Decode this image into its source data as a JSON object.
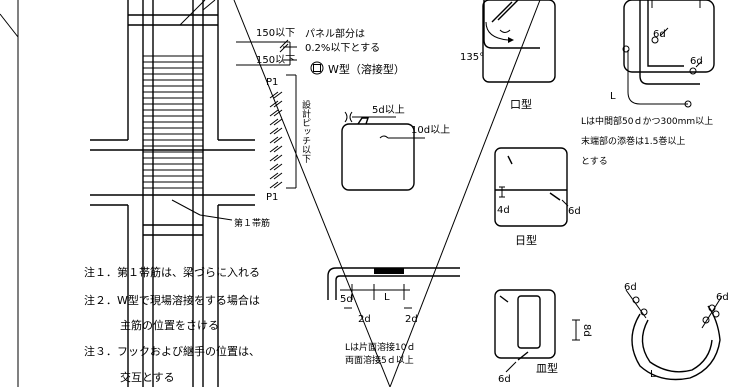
{
  "left_detail": {
    "dim_top": "150以下",
    "dim_bottom": "150以下",
    "panel_note_line1": "パネル部分は",
    "panel_note_line2": "0.2%以下とする",
    "p1_top": "P1",
    "p1_bottom": "P1",
    "pitch_note": "設計ピッチ以下",
    "first_stirrup": "第１帯筋"
  },
  "w_type": {
    "title": "W型（溶接型）",
    "weld_5d": "5d以上",
    "weld_10d": "10d以上"
  },
  "hook_angle": "135°",
  "ro_type": {
    "label": "口型"
  },
  "nichi_type": {
    "label": "日型",
    "dim_4d": "4d",
    "dim_6d": "6d"
  },
  "sara_type": {
    "label": "皿型",
    "dim_8d": "8d",
    "dim_6d": "6d"
  },
  "splice": {
    "dim_5d": "5d",
    "dim_L": "L",
    "dim_2d_left": "2d",
    "dim_2d_right": "2d",
    "note_line1": "Lは片面溶接10ｄ",
    "note_line2": "両面溶接5ｄ以上"
  },
  "spiral_top": {
    "dim_6d_a": "6d",
    "dim_6d_b": "6d",
    "dim_L": "L",
    "note_line1": "Lは中間部50ｄかつ300mm以上",
    "note_line2": "末端部の添巻は1.5巻以上",
    "note_line3": "とする"
  },
  "spiral_bottom": {
    "dim_6d_a": "6d",
    "dim_6d_b": "6d",
    "dim_L": "L"
  },
  "notes": [
    "注１．第１帯筋は、梁づらに入れる",
    "注２．W型で現場溶接をする場合は",
    "主筋の位置をさける",
    "注３．フックおよび継手の位置は、",
    "交互とする"
  ]
}
